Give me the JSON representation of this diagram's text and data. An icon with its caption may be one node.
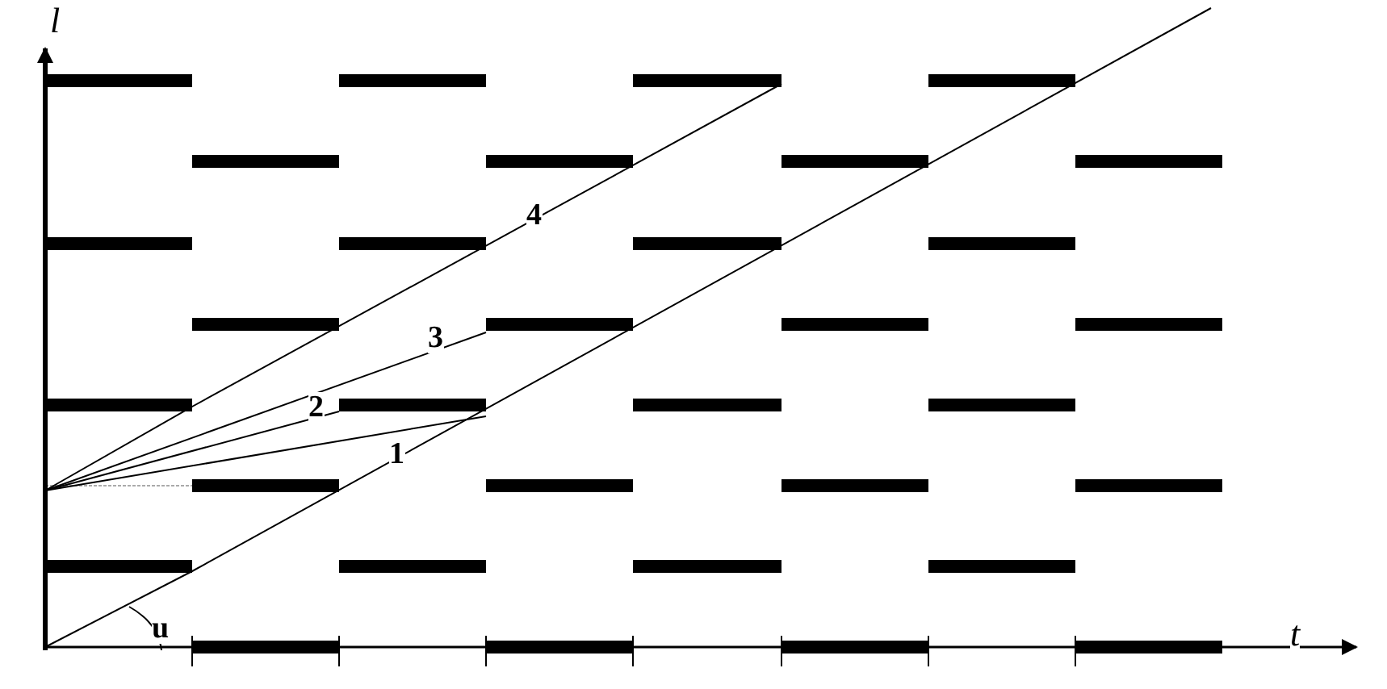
{
  "diagram": {
    "labels": [
      "l",
      "4",
      "3",
      "2",
      "1",
      "u",
      "t"
    ]
  }
}
